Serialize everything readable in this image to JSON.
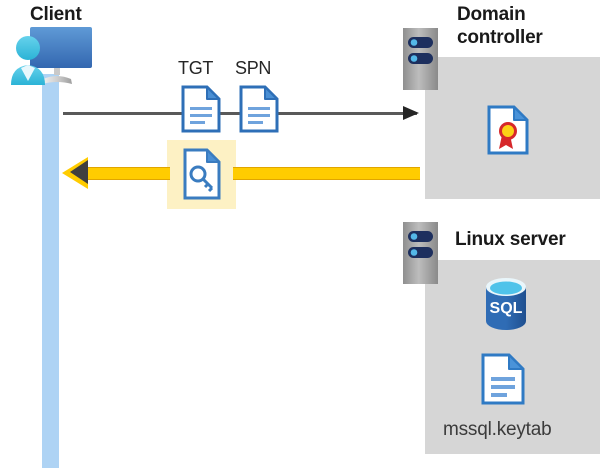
{
  "diagram": {
    "type": "kerberos-authentication-sequence",
    "actors": {
      "client": {
        "title": "Client",
        "icon": "client-computer-user-icon"
      },
      "domain_controller": {
        "title": "Domain controller",
        "server_icon": "server-icon",
        "contents": [
          {
            "icon": "certificate-document-icon",
            "label": ""
          }
        ]
      },
      "linux_server": {
        "title": "Linux server",
        "server_icon": "server-icon",
        "contents": [
          {
            "icon": "sql-database-icon",
            "label": "SQL"
          },
          {
            "icon": "document-icon",
            "label": "mssql.keytab"
          }
        ]
      }
    },
    "messages": [
      {
        "id": "request",
        "direction": "client-to-domain-controller",
        "style": "gray-arrow",
        "artifacts": [
          {
            "label": "TGT",
            "icon": "document-icon"
          },
          {
            "label": "SPN",
            "icon": "document-icon"
          }
        ]
      },
      {
        "id": "response",
        "direction": "domain-controller-to-client",
        "style": "yellow-arrow",
        "highlighted": true,
        "artifacts": [
          {
            "label": "",
            "icon": "key-document-icon"
          }
        ]
      }
    ],
    "colors": {
      "panel_gray": "#d6d6d6",
      "lifeline_blue": "#aed3f4",
      "arrow_yellow": "#ffcc00",
      "arrow_dark": "#3f3f3f",
      "highlight_yellow": "#fdf1c4",
      "doc_blue": "#3a78c3",
      "sql_blue": "#2f6cb5",
      "cert_red": "#d6272a",
      "cert_gold": "#fcd116",
      "title_text": "#1a1a1a"
    },
    "sql_label": "SQL"
  }
}
